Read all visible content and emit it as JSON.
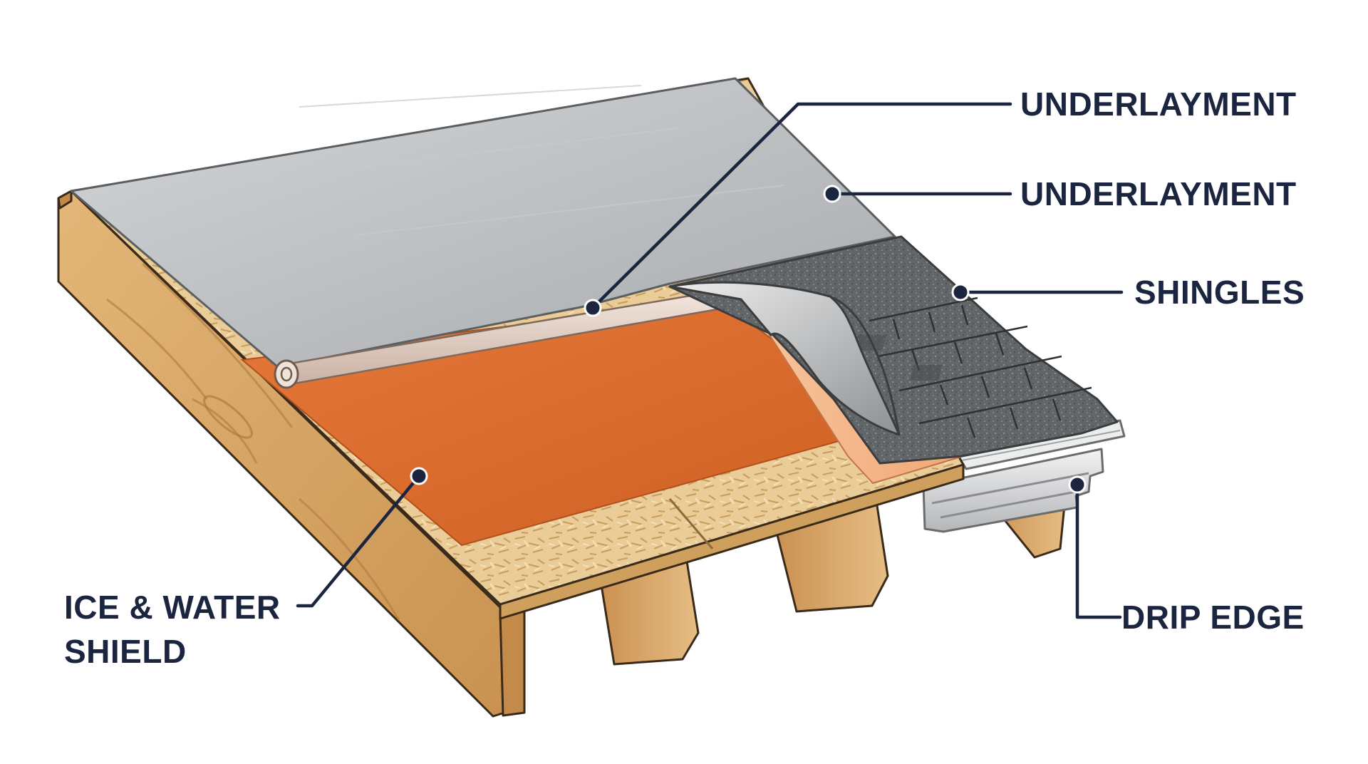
{
  "colors": {
    "label_ink": "#1b2540",
    "ice_water_shield": "#d9692a",
    "underlayment": "#b9bcbf",
    "shingles": "#5f6265",
    "sheathing": "#e6c690",
    "lumber": "#d8a864",
    "drip_edge": "#d8d9db"
  },
  "callouts": {
    "underlayment_roll": {
      "label": "UNDERLAYMENT",
      "icon": "leader-dot"
    },
    "underlayment_sheet": {
      "label": "UNDERLAYMENT",
      "icon": "leader-dot"
    },
    "shingles": {
      "label": "SHINGLES",
      "icon": "leader-dot"
    },
    "ice_water_shield": {
      "line1": "ICE & WATER",
      "line2": "SHIELD",
      "icon": "leader-dot"
    },
    "drip_edge": {
      "label": "DRIP EDGE",
      "icon": "leader-dot"
    }
  }
}
